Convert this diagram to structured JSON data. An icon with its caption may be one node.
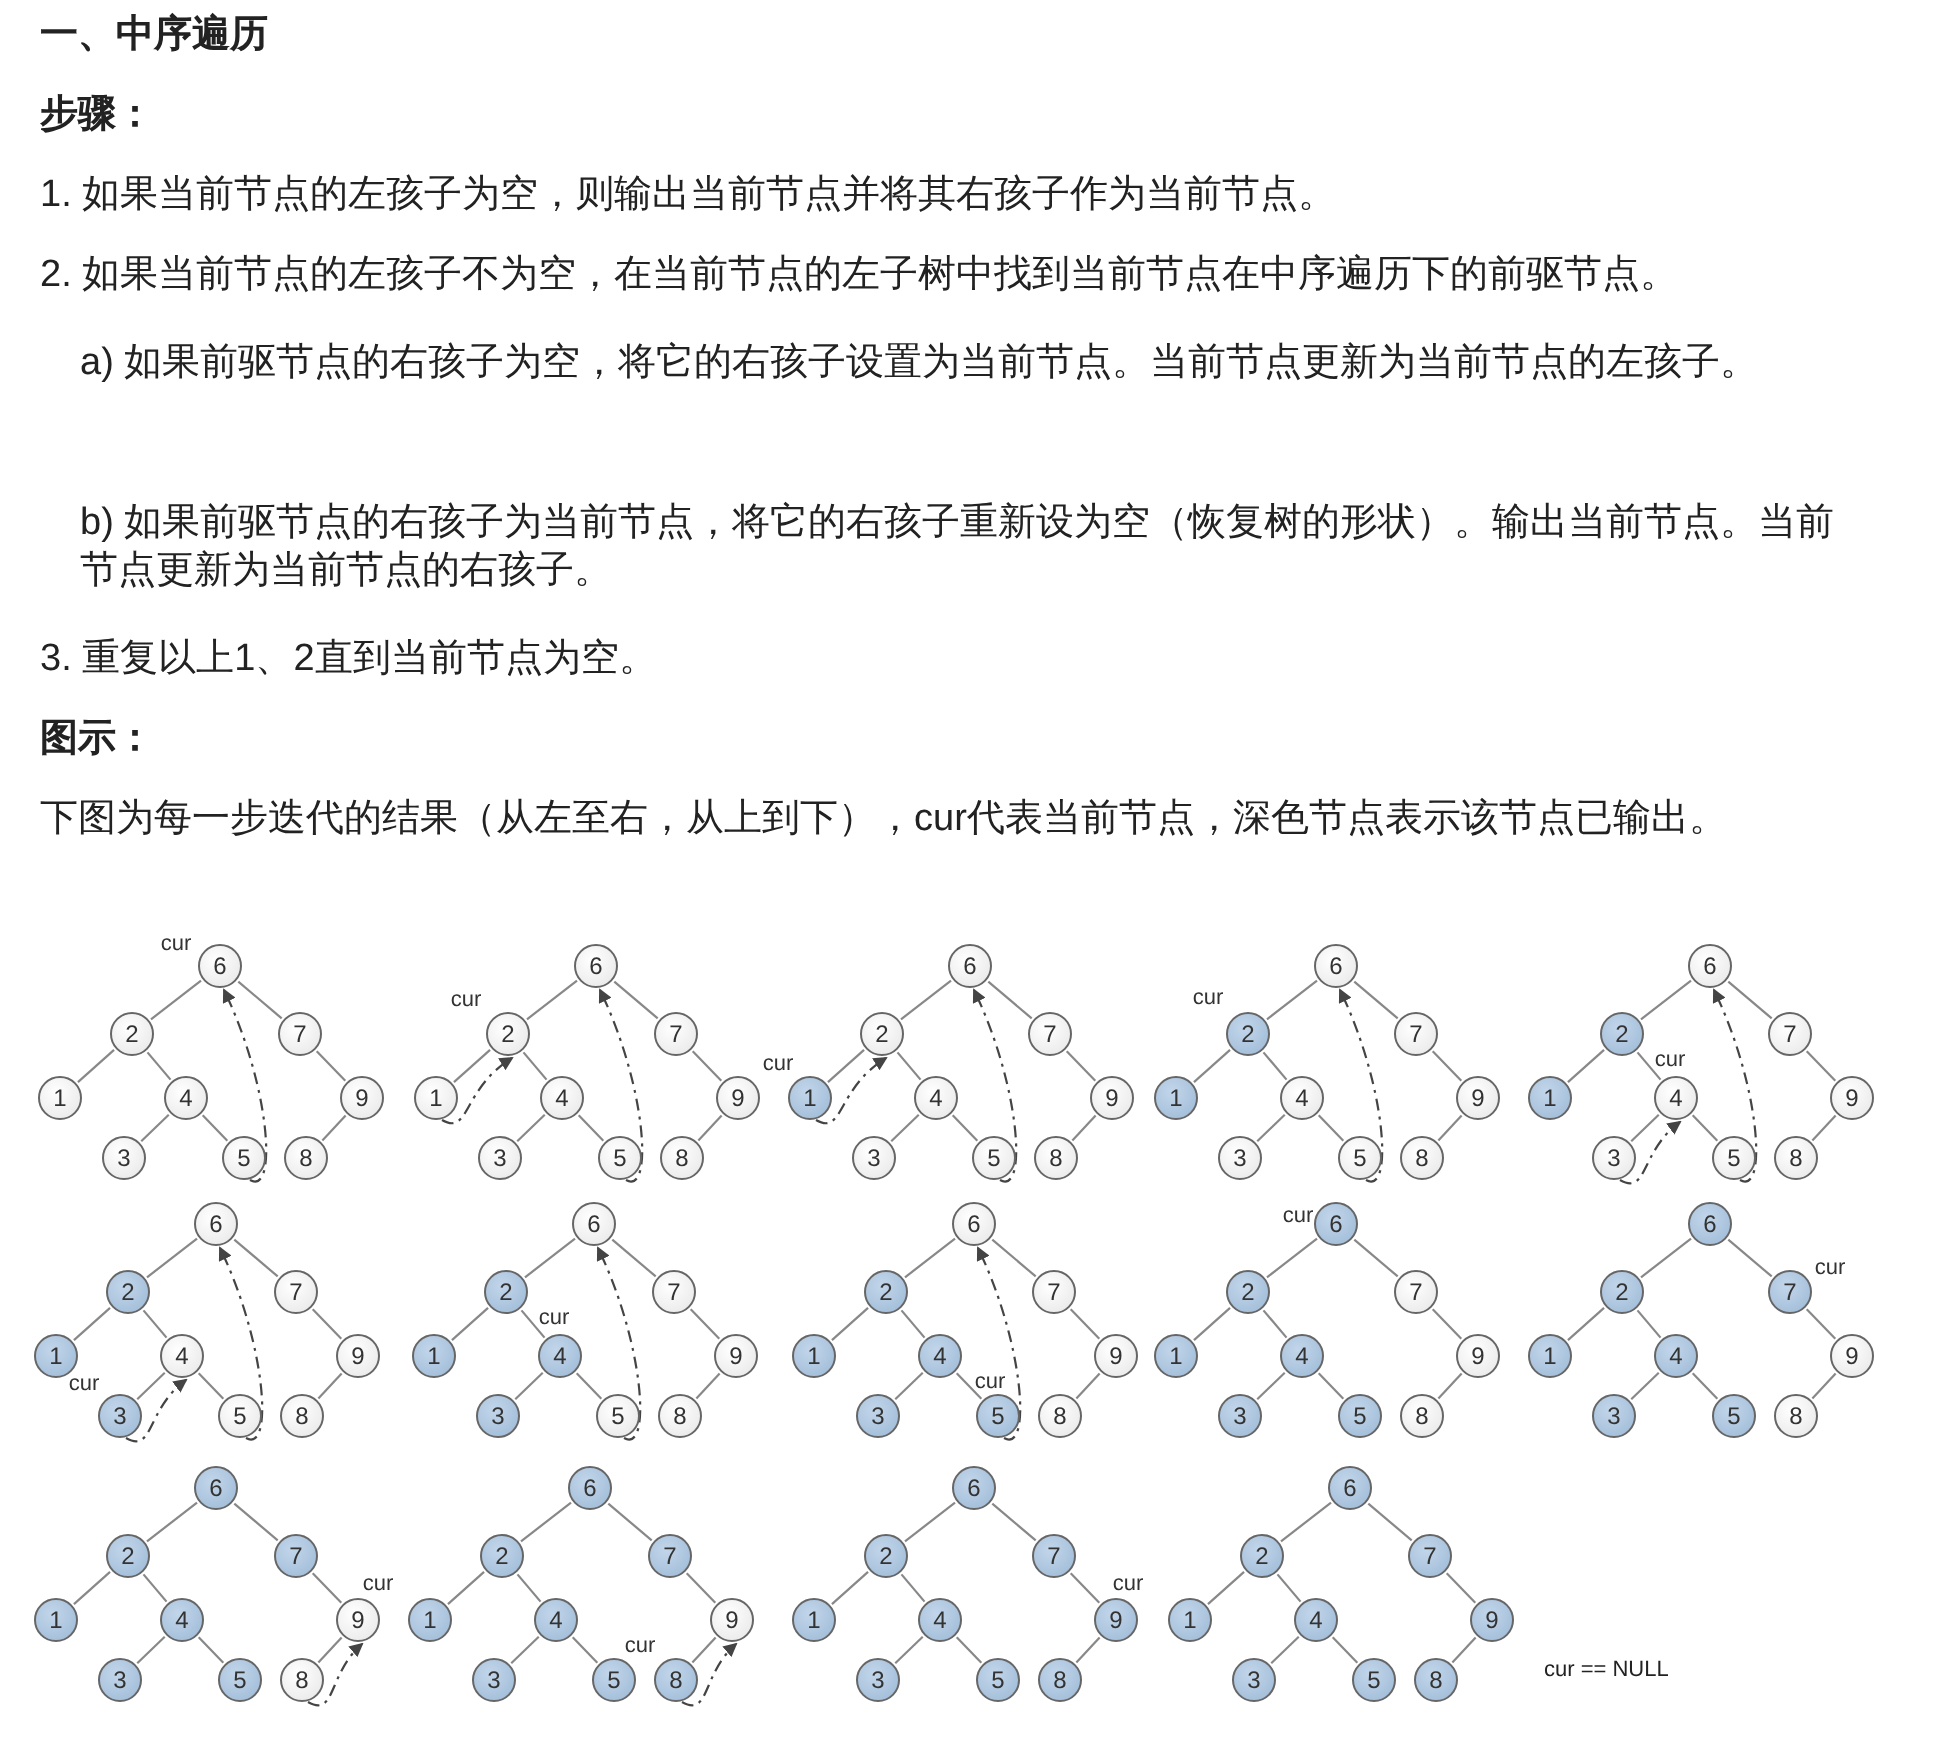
{
  "diagram": {
    "title": "一、中序遍历",
    "labels": [
      "步骤：",
      "1. 如果当前节点的左孩子为空，则输出当前节点并将其右孩子作为当前节点。",
      "2. 如果当前节点的左孩子不为空，在当前节点的左子树中找到当前节点在中序遍历下的前驱节点。",
      "a) 如果前驱节点的右孩子为空，将它的右孩子设置为当前节点。当前节点更新为当前节点的左孩子。",
      "b) 如果前驱节点的右孩子为当前节点，将它的右孩子重新设为空（恢复树的形状）。输出当前节点。当前节点更新为当前节点的右孩子。",
      "3. 重复以上1、2直到当前节点为空。",
      "图示：",
      "下图为每一步迭代的结果（从左至右，从上到下），cur代表当前节点，深色节点表示该节点已输出。",
      "cur == NULL"
    ],
    "nodes": [
      {
        "text": [
          "6"
        ],
        "beside": [
          "cur"
        ]
      },
      {
        "text": [
          "2"
        ]
      },
      {
        "text": [
          "7"
        ]
      },
      {
        "text": [
          "1"
        ]
      },
      {
        "text": [
          "4"
        ]
      },
      {
        "text": [
          "9"
        ]
      },
      {
        "text": [
          "3"
        ]
      },
      {
        "text": [
          "5"
        ]
      },
      {
        "text": [
          "8"
        ]
      },
      {
        "text": [
          "6"
        ]
      },
      {
        "text": [
          "2"
        ],
        "beside": [
          "cur"
        ]
      },
      {
        "text": [
          "7"
        ]
      },
      {
        "text": [
          "1"
        ]
      },
      {
        "text": [
          "4"
        ]
      },
      {
        "text": [
          "9"
        ]
      },
      {
        "text": [
          "3"
        ]
      },
      {
        "text": [
          "5"
        ]
      },
      {
        "text": [
          "8"
        ]
      },
      {
        "text": [
          "6"
        ]
      },
      {
        "text": [
          "2"
        ]
      },
      {
        "text": [
          "7"
        ]
      },
      {
        "text": [
          "1"
        ],
        "beside": [
          "cur"
        ]
      },
      {
        "text": [
          "4"
        ]
      },
      {
        "text": [
          "9"
        ]
      },
      {
        "text": [
          "3"
        ]
      },
      {
        "text": [
          "5"
        ]
      },
      {
        "text": [
          "8"
        ]
      },
      {
        "text": [
          "6"
        ]
      },
      {
        "text": [
          "2"
        ],
        "beside": [
          "cur"
        ]
      },
      {
        "text": [
          "7"
        ]
      },
      {
        "text": [
          "1"
        ]
      },
      {
        "text": [
          "4"
        ]
      },
      {
        "text": [
          "9"
        ]
      },
      {
        "text": [
          "3"
        ]
      },
      {
        "text": [
          "5"
        ]
      },
      {
        "text": [
          "8"
        ]
      },
      {
        "text": [
          "6"
        ]
      },
      {
        "text": [
          "2"
        ]
      },
      {
        "text": [
          "7"
        ]
      },
      {
        "text": [
          "1"
        ]
      },
      {
        "text": [
          "4"
        ],
        "beside": [
          "cur"
        ]
      },
      {
        "text": [
          "9"
        ]
      },
      {
        "text": [
          "3"
        ]
      },
      {
        "text": [
          "5"
        ]
      },
      {
        "text": [
          "8"
        ]
      },
      {
        "text": [
          "6"
        ]
      },
      {
        "text": [
          "2"
        ]
      },
      {
        "text": [
          "7"
        ]
      },
      {
        "text": [
          "1"
        ]
      },
      {
        "text": [
          "4"
        ]
      },
      {
        "text": [
          "9"
        ]
      },
      {
        "text": [
          "3"
        ],
        "beside": [
          "cur"
        ]
      },
      {
        "text": [
          "5"
        ]
      },
      {
        "text": [
          "8"
        ]
      },
      {
        "text": [
          "6"
        ]
      },
      {
        "text": [
          "2"
        ]
      },
      {
        "text": [
          "7"
        ]
      },
      {
        "text": [
          "1"
        ]
      },
      {
        "text": [
          "4"
        ],
        "beside": [
          "cur"
        ]
      },
      {
        "text": [
          "9"
        ]
      },
      {
        "text": [
          "3"
        ]
      },
      {
        "text": [
          "5"
        ]
      },
      {
        "text": [
          "8"
        ]
      },
      {
        "text": [
          "6"
        ]
      },
      {
        "text": [
          "2"
        ]
      },
      {
        "text": [
          "7"
        ]
      },
      {
        "text": [
          "1"
        ]
      },
      {
        "text": [
          "4"
        ]
      },
      {
        "text": [
          "9"
        ]
      },
      {
        "text": [
          "3"
        ]
      },
      {
        "text": [
          "5"
        ],
        "beside": [
          "cur"
        ]
      },
      {
        "text": [
          "8"
        ]
      },
      {
        "text": [
          "6"
        ],
        "beside": [
          "cur"
        ]
      },
      {
        "text": [
          "2"
        ]
      },
      {
        "text": [
          "7"
        ]
      },
      {
        "text": [
          "1"
        ]
      },
      {
        "text": [
          "4"
        ]
      },
      {
        "text": [
          "9"
        ]
      },
      {
        "text": [
          "3"
        ]
      },
      {
        "text": [
          "5"
        ]
      },
      {
        "text": [
          "8"
        ]
      },
      {
        "text": [
          "6"
        ]
      },
      {
        "text": [
          "2"
        ]
      },
      {
        "text": [
          "7"
        ],
        "beside": [
          "cur"
        ]
      },
      {
        "text": [
          "1"
        ]
      },
      {
        "text": [
          "4"
        ]
      },
      {
        "text": [
          "9"
        ]
      },
      {
        "text": [
          "3"
        ]
      },
      {
        "text": [
          "5"
        ]
      },
      {
        "text": [
          "8"
        ]
      },
      {
        "text": [
          "6"
        ]
      },
      {
        "text": [
          "2"
        ]
      },
      {
        "text": [
          "7"
        ]
      },
      {
        "text": [
          "1"
        ]
      },
      {
        "text": [
          "4"
        ]
      },
      {
        "text": [
          "9"
        ],
        "beside": [
          "cur"
        ]
      },
      {
        "text": [
          "3"
        ]
      },
      {
        "text": [
          "5"
        ]
      },
      {
        "text": [
          "8"
        ]
      },
      {
        "text": [
          "6"
        ]
      },
      {
        "text": [
          "2"
        ]
      },
      {
        "text": [
          "7"
        ]
      },
      {
        "text": [
          "1"
        ]
      },
      {
        "text": [
          "4"
        ]
      },
      {
        "text": [
          "9"
        ]
      },
      {
        "text": [
          "3"
        ]
      },
      {
        "text": [
          "5"
        ]
      },
      {
        "text": [
          "8"
        ],
        "beside": [
          "cur"
        ]
      },
      {
        "text": [
          "6"
        ]
      },
      {
        "text": [
          "2"
        ]
      },
      {
        "text": [
          "7"
        ]
      },
      {
        "text": [
          "1"
        ]
      },
      {
        "text": [
          "4"
        ]
      },
      {
        "text": [
          "9"
        ],
        "beside": [
          "cur"
        ]
      },
      {
        "text": [
          "3"
        ]
      },
      {
        "text": [
          "5"
        ]
      },
      {
        "text": [
          "8"
        ]
      },
      {
        "text": [
          "6"
        ]
      },
      {
        "text": [
          "2"
        ]
      },
      {
        "text": [
          "7"
        ]
      },
      {
        "text": [
          "1"
        ]
      },
      {
        "text": [
          "4"
        ]
      },
      {
        "text": [
          "9"
        ]
      },
      {
        "text": [
          "3"
        ]
      },
      {
        "text": [
          "5"
        ]
      },
      {
        "text": [
          "8"
        ]
      }
    ],
    "edges": [
      {
        "from": 0,
        "to": 1,
        "arrow": "none"
      },
      {
        "from": 0,
        "to": 2,
        "arrow": "none"
      },
      {
        "from": 1,
        "to": 3,
        "arrow": "none"
      },
      {
        "from": 1,
        "to": 4,
        "arrow": "none"
      },
      {
        "from": 2,
        "to": 5,
        "arrow": "none"
      },
      {
        "from": 4,
        "to": 6,
        "arrow": "none"
      },
      {
        "from": 4,
        "to": 7,
        "arrow": "none"
      },
      {
        "from": 5,
        "to": 8,
        "arrow": "none"
      },
      {
        "from": 7,
        "to": 0,
        "arrow": "to",
        "style": "dashed"
      },
      {
        "from": 9,
        "to": 10,
        "arrow": "none"
      },
      {
        "from": 9,
        "to": 11,
        "arrow": "none"
      },
      {
        "from": 10,
        "to": 12,
        "arrow": "none"
      },
      {
        "from": 10,
        "to": 13,
        "arrow": "none"
      },
      {
        "from": 11,
        "to": 14,
        "arrow": "none"
      },
      {
        "from": 13,
        "to": 15,
        "arrow": "none"
      },
      {
        "from": 13,
        "to": 16,
        "arrow": "none"
      },
      {
        "from": 14,
        "to": 17,
        "arrow": "none"
      },
      {
        "from": 16,
        "to": 9,
        "arrow": "to",
        "style": "dashed"
      },
      {
        "from": 12,
        "to": 10,
        "arrow": "to",
        "style": "dashed"
      },
      {
        "from": 18,
        "to": 19,
        "arrow": "none"
      },
      {
        "from": 18,
        "to": 20,
        "arrow": "none"
      },
      {
        "from": 19,
        "to": 21,
        "arrow": "none"
      },
      {
        "from": 19,
        "to": 22,
        "arrow": "none"
      },
      {
        "from": 20,
        "to": 23,
        "arrow": "none"
      },
      {
        "from": 22,
        "to": 24,
        "arrow": "none"
      },
      {
        "from": 22,
        "to": 25,
        "arrow": "none"
      },
      {
        "from": 23,
        "to": 26,
        "arrow": "none"
      },
      {
        "from": 25,
        "to": 18,
        "arrow": "to",
        "style": "dashed"
      },
      {
        "from": 21,
        "to": 19,
        "arrow": "to",
        "style": "dashed"
      },
      {
        "from": 27,
        "to": 28,
        "arrow": "none"
      },
      {
        "from": 27,
        "to": 29,
        "arrow": "none"
      },
      {
        "from": 28,
        "to": 30,
        "arrow": "none"
      },
      {
        "from": 28,
        "to": 31,
        "arrow": "none"
      },
      {
        "from": 29,
        "to": 32,
        "arrow": "none"
      },
      {
        "from": 31,
        "to": 33,
        "arrow": "none"
      },
      {
        "from": 31,
        "to": 34,
        "arrow": "none"
      },
      {
        "from": 32,
        "to": 35,
        "arrow": "none"
      },
      {
        "from": 34,
        "to": 27,
        "arrow": "to",
        "style": "dashed"
      },
      {
        "from": 36,
        "to": 37,
        "arrow": "none"
      },
      {
        "from": 36,
        "to": 38,
        "arrow": "none"
      },
      {
        "from": 37,
        "to": 39,
        "arrow": "none"
      },
      {
        "from": 37,
        "to": 40,
        "arrow": "none"
      },
      {
        "from": 38,
        "to": 41,
        "arrow": "none"
      },
      {
        "from": 40,
        "to": 42,
        "arrow": "none"
      },
      {
        "from": 40,
        "to": 43,
        "arrow": "none"
      },
      {
        "from": 41,
        "to": 44,
        "arrow": "none"
      },
      {
        "from": 43,
        "to": 36,
        "arrow": "to",
        "style": "dashed"
      },
      {
        "from": 42,
        "to": 40,
        "arrow": "to",
        "style": "dashed"
      },
      {
        "from": 45,
        "to": 46,
        "arrow": "none"
      },
      {
        "from": 45,
        "to": 47,
        "arrow": "none"
      },
      {
        "from": 46,
        "to": 48,
        "arrow": "none"
      },
      {
        "from": 46,
        "to": 49,
        "arrow": "none"
      },
      {
        "from": 47,
        "to": 50,
        "arrow": "none"
      },
      {
        "from": 49,
        "to": 51,
        "arrow": "none"
      },
      {
        "from": 49,
        "to": 52,
        "arrow": "none"
      },
      {
        "from": 50,
        "to": 53,
        "arrow": "none"
      },
      {
        "from": 52,
        "to": 45,
        "arrow": "to",
        "style": "dashed"
      },
      {
        "from": 51,
        "to": 49,
        "arrow": "to",
        "style": "dashed"
      },
      {
        "from": 54,
        "to": 55,
        "arrow": "none"
      },
      {
        "from": 54,
        "to": 56,
        "arrow": "none"
      },
      {
        "from": 55,
        "to": 57,
        "arrow": "none"
      },
      {
        "from": 55,
        "to": 58,
        "arrow": "none"
      },
      {
        "from": 56,
        "to": 59,
        "arrow": "none"
      },
      {
        "from": 58,
        "to": 60,
        "arrow": "none"
      },
      {
        "from": 58,
        "to": 61,
        "arrow": "none"
      },
      {
        "from": 59,
        "to": 62,
        "arrow": "none"
      },
      {
        "from": 61,
        "to": 54,
        "arrow": "to",
        "style": "dashed"
      },
      {
        "from": 63,
        "to": 64,
        "arrow": "none"
      },
      {
        "from": 63,
        "to": 65,
        "arrow": "none"
      },
      {
        "from": 64,
        "to": 66,
        "arrow": "none"
      },
      {
        "from": 64,
        "to": 67,
        "arrow": "none"
      },
      {
        "from": 65,
        "to": 68,
        "arrow": "none"
      },
      {
        "from": 67,
        "to": 69,
        "arrow": "none"
      },
      {
        "from": 67,
        "to": 70,
        "arrow": "none"
      },
      {
        "from": 68,
        "to": 71,
        "arrow": "none"
      },
      {
        "from": 70,
        "to": 63,
        "arrow": "to",
        "style": "dashed"
      },
      {
        "from": 72,
        "to": 73,
        "arrow": "none"
      },
      {
        "from": 72,
        "to": 74,
        "arrow": "none"
      },
      {
        "from": 73,
        "to": 75,
        "arrow": "none"
      },
      {
        "from": 73,
        "to": 76,
        "arrow": "none"
      },
      {
        "from": 74,
        "to": 77,
        "arrow": "none"
      },
      {
        "from": 76,
        "to": 78,
        "arrow": "none"
      },
      {
        "from": 76,
        "to": 79,
        "arrow": "none"
      },
      {
        "from": 77,
        "to": 80,
        "arrow": "none"
      },
      {
        "from": 81,
        "to": 82,
        "arrow": "none"
      },
      {
        "from": 81,
        "to": 83,
        "arrow": "none"
      },
      {
        "from": 82,
        "to": 84,
        "arrow": "none"
      },
      {
        "from": 82,
        "to": 85,
        "arrow": "none"
      },
      {
        "from": 83,
        "to": 86,
        "arrow": "none"
      },
      {
        "from": 85,
        "to": 87,
        "arrow": "none"
      },
      {
        "from": 85,
        "to": 88,
        "arrow": "none"
      },
      {
        "from": 86,
        "to": 89,
        "arrow": "none"
      },
      {
        "from": 90,
        "to": 91,
        "arrow": "none"
      },
      {
        "from": 90,
        "to": 92,
        "arrow": "none"
      },
      {
        "from": 91,
        "to": 93,
        "arrow": "none"
      },
      {
        "from": 91,
        "to": 94,
        "arrow": "none"
      },
      {
        "from": 92,
        "to": 95,
        "arrow": "none"
      },
      {
        "from": 94,
        "to": 96,
        "arrow": "none"
      },
      {
        "from": 94,
        "to": 97,
        "arrow": "none"
      },
      {
        "from": 95,
        "to": 98,
        "arrow": "none"
      },
      {
        "from": 98,
        "to": 95,
        "arrow": "to",
        "style": "dashed"
      },
      {
        "from": 99,
        "to": 100,
        "arrow": "none"
      },
      {
        "from": 99,
        "to": 101,
        "arrow": "none"
      },
      {
        "from": 100,
        "to": 102,
        "arrow": "none"
      },
      {
        "from": 100,
        "to": 103,
        "arrow": "none"
      },
      {
        "from": 101,
        "to": 104,
        "arrow": "none"
      },
      {
        "from": 103,
        "to": 105,
        "arrow": "none"
      },
      {
        "from": 103,
        "to": 106,
        "arrow": "none"
      },
      {
        "from": 104,
        "to": 107,
        "arrow": "none"
      },
      {
        "from": 107,
        "to": 104,
        "arrow": "to",
        "style": "dashed"
      },
      {
        "from": 108,
        "to": 109,
        "arrow": "none"
      },
      {
        "from": 108,
        "to": 110,
        "arrow": "none"
      },
      {
        "from": 109,
        "to": 111,
        "arrow": "none"
      },
      {
        "from": 109,
        "to": 112,
        "arrow": "none"
      },
      {
        "from": 110,
        "to": 113,
        "arrow": "none"
      },
      {
        "from": 112,
        "to": 114,
        "arrow": "none"
      },
      {
        "from": 112,
        "to": 115,
        "arrow": "none"
      },
      {
        "from": 113,
        "to": 116,
        "arrow": "none"
      },
      {
        "from": 117,
        "to": 118,
        "arrow": "none"
      },
      {
        "from": 117,
        "to": 119,
        "arrow": "none"
      },
      {
        "from": 118,
        "to": 120,
        "arrow": "none"
      },
      {
        "from": 118,
        "to": 121,
        "arrow": "none"
      },
      {
        "from": 119,
        "to": 122,
        "arrow": "none"
      },
      {
        "from": 121,
        "to": 123,
        "arrow": "none"
      },
      {
        "from": 121,
        "to": 124,
        "arrow": "none"
      },
      {
        "from": 122,
        "to": 125,
        "arrow": "none"
      }
    ]
  }
}
